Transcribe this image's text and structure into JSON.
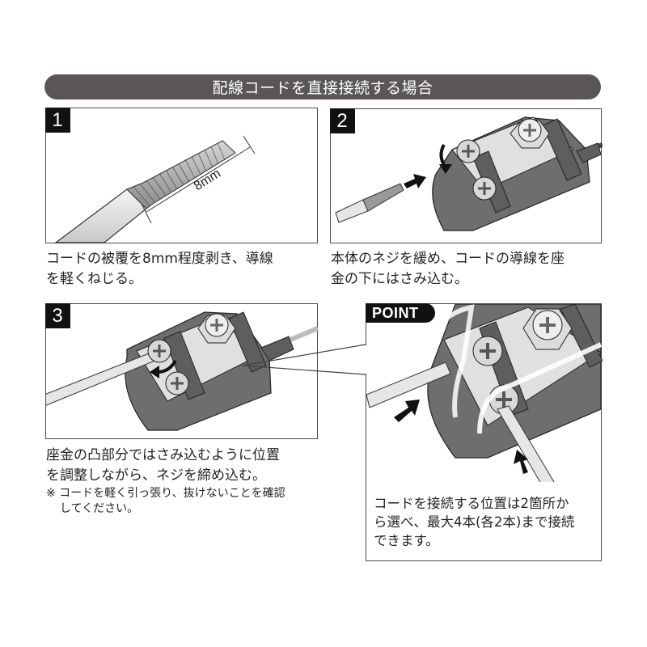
{
  "title": "配線コードを直接接続する場合",
  "steps": [
    {
      "number": "1",
      "dimension_label": "8mm",
      "caption_line1": "コードの被覆を8mm程度剥き、導線",
      "caption_line2": "を軽くねじる。"
    },
    {
      "number": "2",
      "caption_line1": "本体のネジを緩め、コードの導線を座",
      "caption_line2": "金の下にはさみ込む。"
    },
    {
      "number": "3",
      "caption_line1": "座金の凸部分ではさみ込むように位置",
      "caption_line2": "を調整しながら、ネジを締め込む。",
      "note_line1": "※ コードを軽く引っ張り、抜けないことを確認",
      "note_line2": "してください。"
    }
  ],
  "point": {
    "label": "POINT",
    "caption_line1": "コードを接続する位置は2箇所か",
    "caption_line2": "ら選べ、最大4本(各2本)まで接続",
    "caption_line3": "できます。"
  },
  "colors": {
    "title_bar": "#5a5657",
    "badge": "#111111",
    "terminal_body": "#6e6e6e",
    "plate": "#e6e6e6"
  }
}
